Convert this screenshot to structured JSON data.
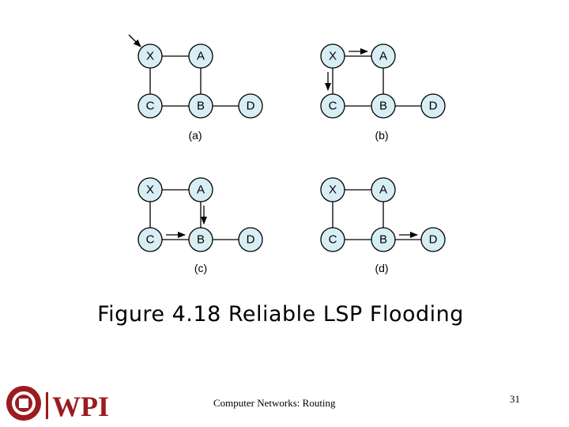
{
  "panels": [
    {
      "label": "(a)",
      "nodes": [
        "X",
        "A",
        "C",
        "B",
        "D"
      ],
      "arrows": [
        {
          "from": "external",
          "to": "X"
        }
      ]
    },
    {
      "label": "(b)",
      "nodes": [
        "X",
        "A",
        "C",
        "B",
        "D"
      ],
      "arrows": [
        {
          "from": "X",
          "to": "A"
        },
        {
          "from": "X",
          "to": "C"
        }
      ]
    },
    {
      "label": "(c)",
      "nodes": [
        "X",
        "A",
        "C",
        "B",
        "D"
      ],
      "arrows": [
        {
          "from": "A",
          "to": "B"
        },
        {
          "from": "C",
          "to": "B"
        }
      ]
    },
    {
      "label": "(d)",
      "nodes": [
        "X",
        "A",
        "C",
        "B",
        "D"
      ],
      "arrows": [
        {
          "from": "B",
          "to": "D"
        }
      ]
    }
  ],
  "edges": [
    [
      "X",
      "A"
    ],
    [
      "X",
      "C"
    ],
    [
      "A",
      "B"
    ],
    [
      "C",
      "B"
    ],
    [
      "B",
      "D"
    ]
  ],
  "colors": {
    "node_fill": "#d7eef5",
    "logo_red": "#9b1b1e"
  },
  "caption": "Figure 4.18 Reliable LSP Flooding",
  "footer": {
    "course": "Computer Networks: Routing",
    "page": "31",
    "logo_text": "WPI"
  }
}
